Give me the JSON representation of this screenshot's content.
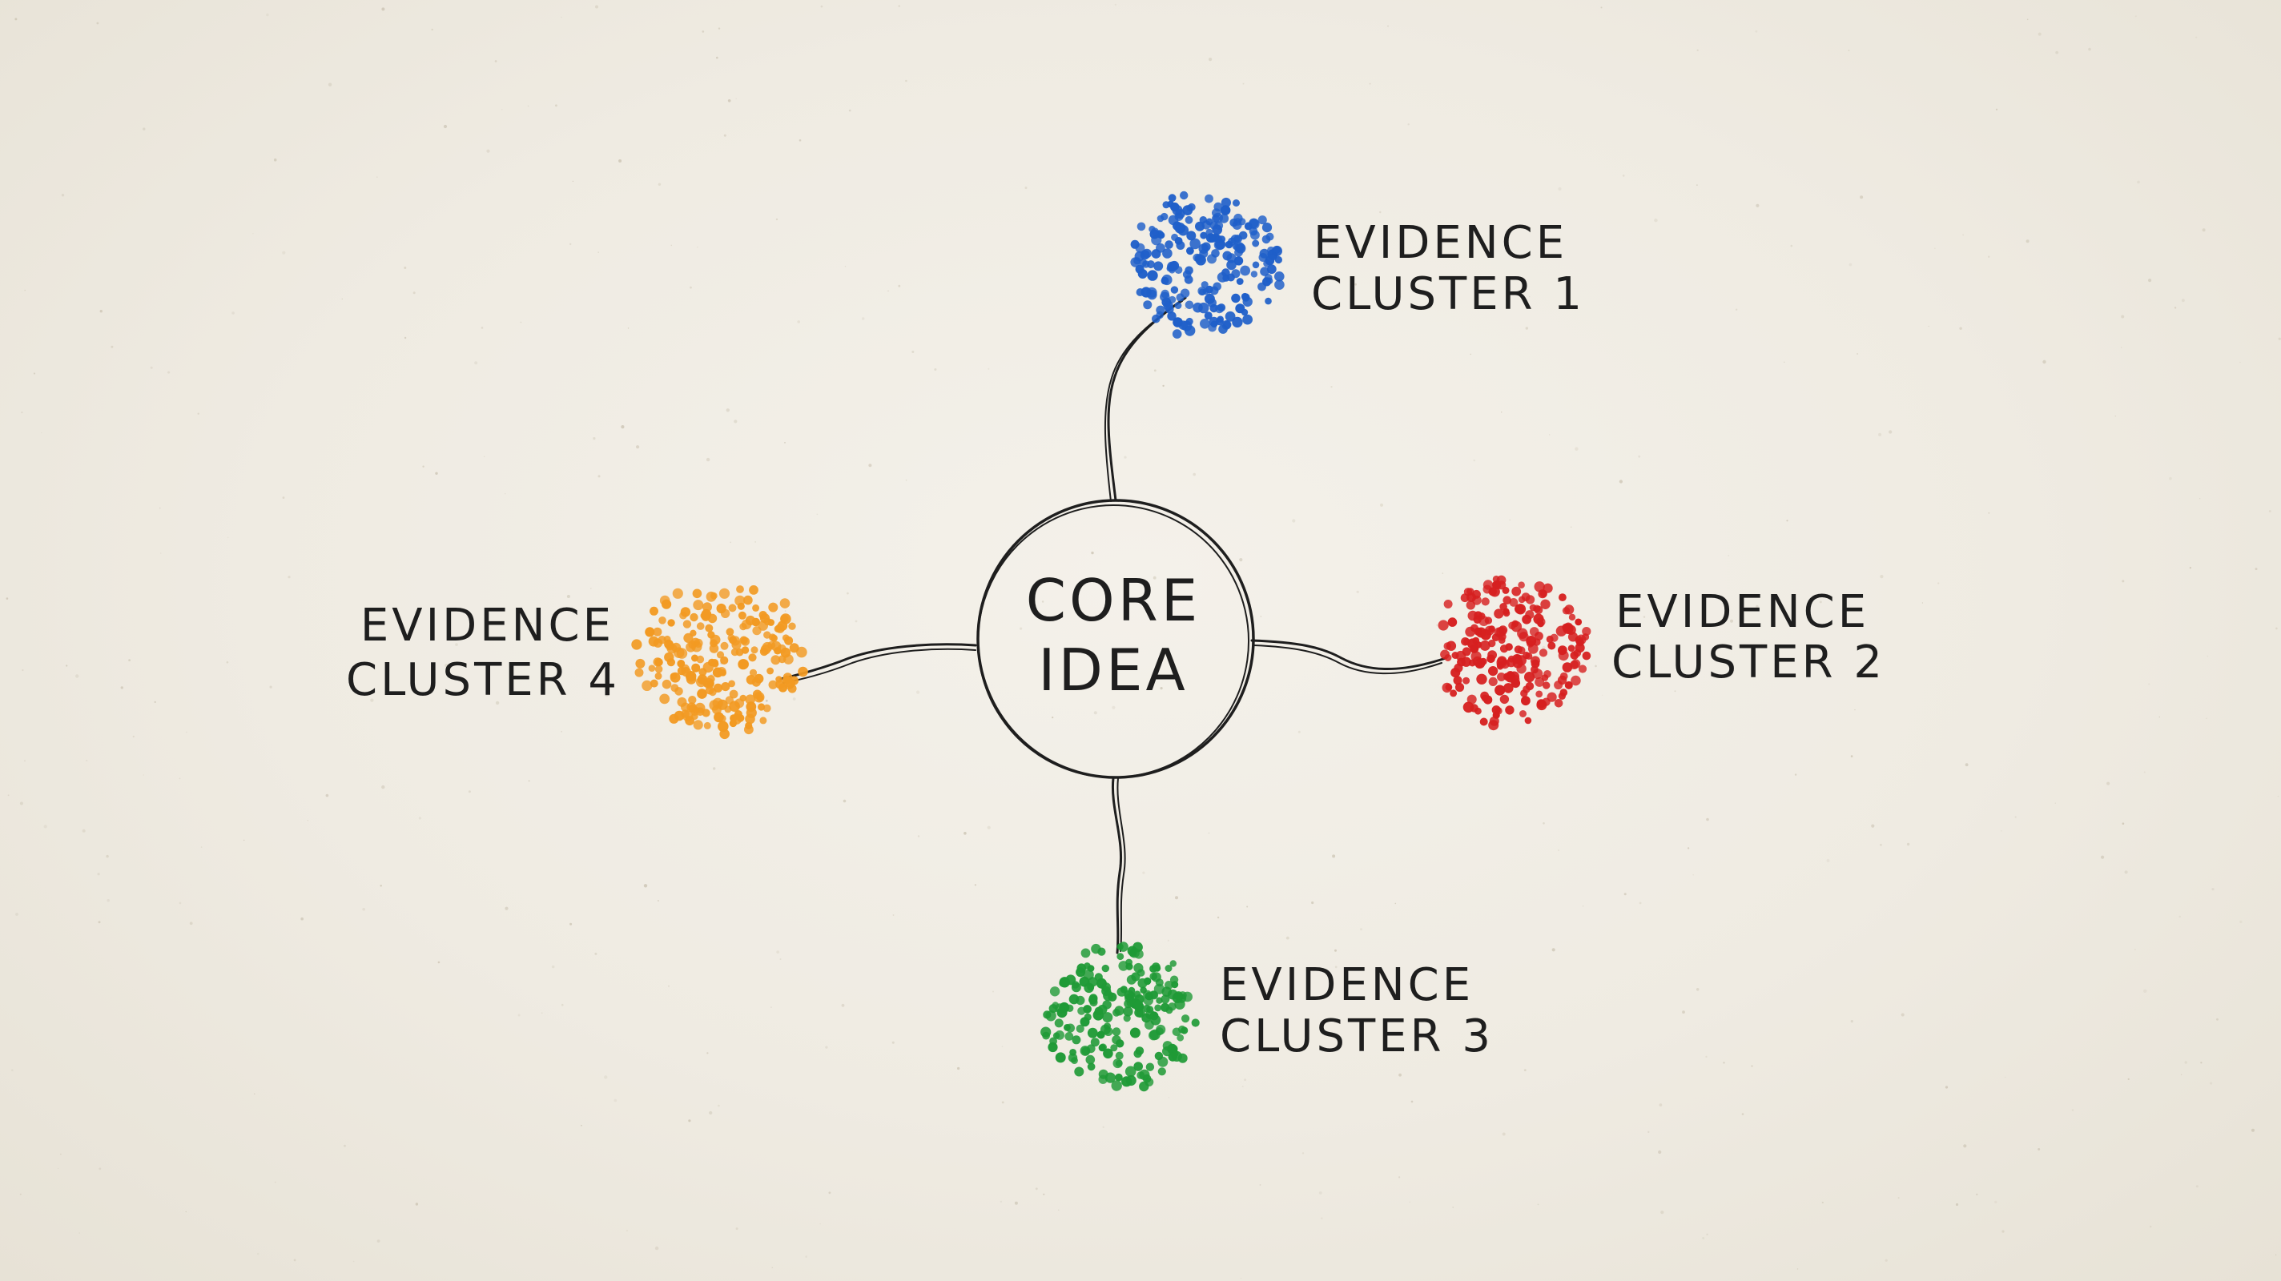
{
  "core": {
    "line1": "CORE",
    "line2": "IDEA"
  },
  "clusters": [
    {
      "line1": "EVIDENCE",
      "line2": "CLUSTER 1",
      "color": "#1f5fc9"
    },
    {
      "line1": "EVIDENCE",
      "line2": "CLUSTER 2",
      "color": "#d62020"
    },
    {
      "line1": "EVIDENCE",
      "line2": "CLUSTER 3",
      "color": "#1f9a36"
    },
    {
      "line1": "EVIDENCE",
      "line2": "CLUSTER 4",
      "color": "#f29a22"
    }
  ],
  "colors": {
    "ink": "#1e1e1e",
    "paper": "#efebe2"
  }
}
